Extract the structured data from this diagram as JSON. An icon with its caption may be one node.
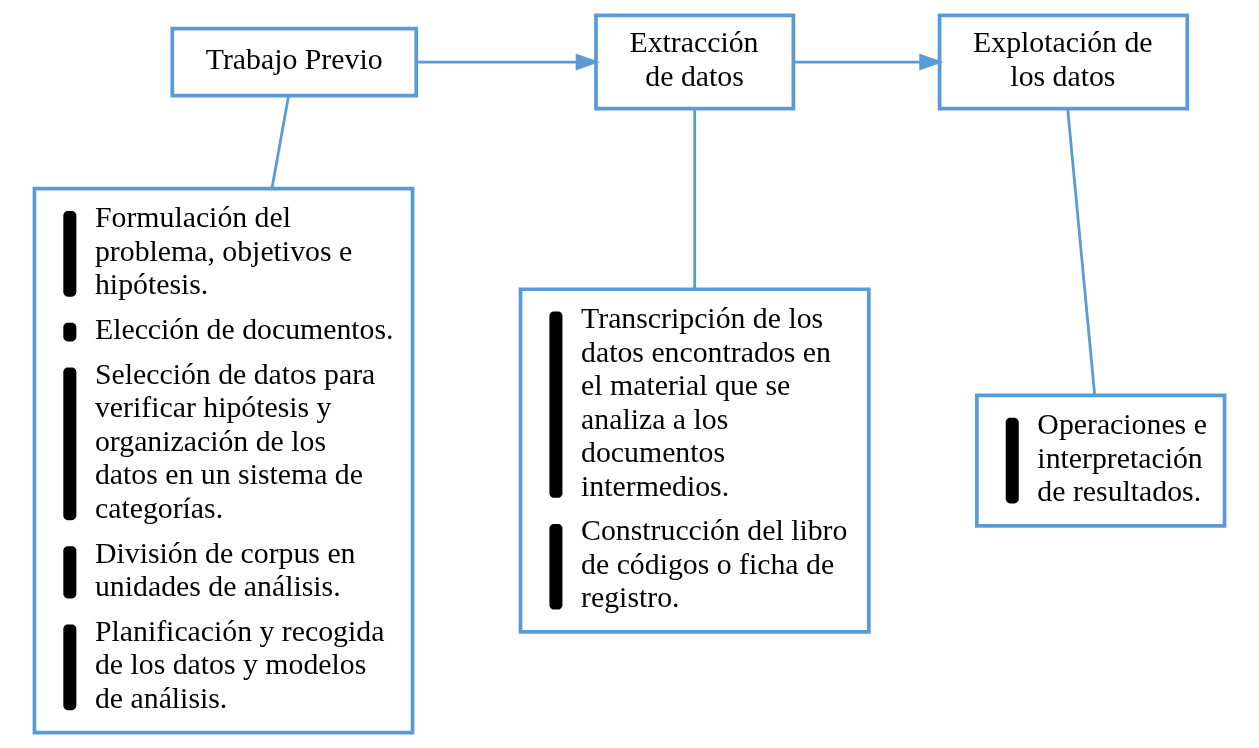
{
  "diagram": {
    "nodes": [
      {
        "text": [
          "Trabajo Previo"
        ]
      },
      {
        "text": [
          "Extracción de datos"
        ]
      },
      {
        "text": [
          "Explotación de los datos"
        ]
      },
      {
        "text": [
          "Formulación del problema, objetivos e hipótesis.",
          "Elección de documentos.",
          "Selección de datos para verificar hipótesis y organización de los datos en un sistema de categorías.",
          "División de corpus en unidades de análisis.",
          "Planificación y recogida de los datos y modelos de análisis."
        ]
      },
      {
        "text": [
          "Transcripción de los datos encontrados en el material que se analiza a los documentos intermedios.",
          "Construcción del libro de códigos o ficha de registro."
        ]
      },
      {
        "text": [
          "Operaciones e interpretación de resultados."
        ]
      }
    ],
    "edges": [
      {
        "from": 0,
        "to": 1,
        "arrow": "to"
      },
      {
        "from": 1,
        "to": 2,
        "arrow": "to"
      },
      {
        "from": 0,
        "to": 3,
        "arrow": "none"
      },
      {
        "from": 1,
        "to": 4,
        "arrow": "none"
      },
      {
        "from": 2,
        "to": 5,
        "arrow": "none"
      }
    ]
  }
}
